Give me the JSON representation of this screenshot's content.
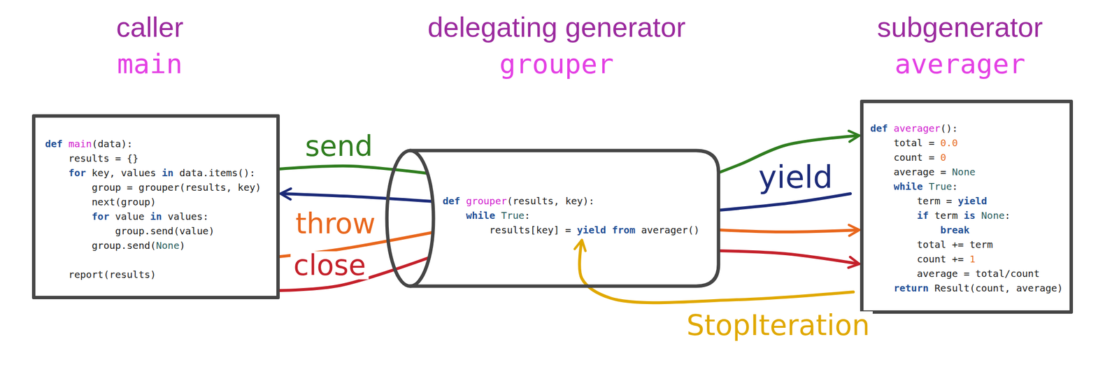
{
  "diagram": {
    "nodes": [
      {
        "text": [
          "caller",
          "main",
          "def main(data):",
          "results = {}",
          "for key, values in data.items():",
          "group = grouper(results, key)",
          "next(group)",
          "for value in values:",
          "group.send(value)",
          "group.send(None)",
          "report(results)"
        ]
      },
      {
        "text": [
          "delegating generator",
          "grouper",
          "def grouper(results, key):",
          "while True:",
          "results[key] = yield from averager()"
        ]
      },
      {
        "text": [
          "subgenerator",
          "averager",
          "def averager():",
          "total = 0.0",
          "count = 0",
          "average = None",
          "while True:",
          "term = yield",
          "if term is None:",
          "break",
          "total += term",
          "count += 1",
          "average = total/count",
          "return Result(count, average)"
        ]
      }
    ],
    "edges": [
      {
        "from": 0,
        "to": 1,
        "label": "send",
        "arrow": "none"
      },
      {
        "from": 1,
        "to": 0,
        "arrow": "to"
      },
      {
        "from": 0,
        "to": 1,
        "label": "throw",
        "arrow": "none"
      },
      {
        "from": 0,
        "to": 1,
        "label": "close",
        "arrow": "none"
      },
      {
        "from": 1,
        "to": 2,
        "arrow": "to"
      },
      {
        "from": 2,
        "to": 1,
        "label": "yield",
        "arrow": "none"
      },
      {
        "from": 1,
        "to": 2,
        "arrow": "to"
      },
      {
        "from": 1,
        "to": 2,
        "arrow": "to"
      },
      {
        "from": 2,
        "to": 1,
        "label": "StopIteration",
        "arrow": "to"
      }
    ]
  }
}
